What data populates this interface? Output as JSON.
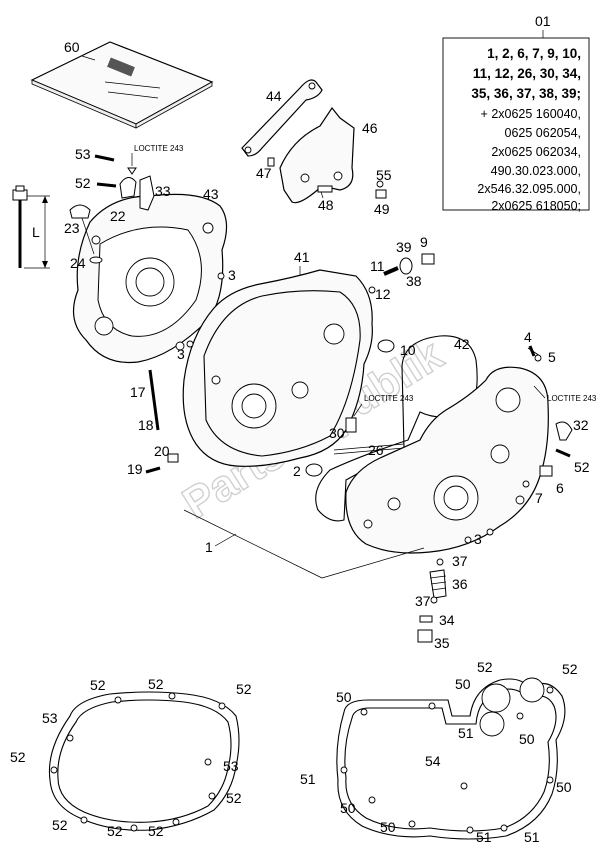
{
  "watermark": "PartsRepublik",
  "kit": {
    "number": "01",
    "lines": [
      "1, 2, 6, 7, 9, 10,",
      "11, 12, 26, 30, 34,",
      "35, 36, 37, 38, 39;",
      "+ 2x0625 160040,",
      "0625 062054,",
      "2x0625 062034,",
      "490.30.023.000,",
      "2x546.32.095.000,",
      "2x0625 618050;"
    ]
  },
  "loctite_label": "LOCTITE 243",
  "dimension_label": "L",
  "callouts": {
    "c60": "60",
    "c44": "44",
    "c46": "46",
    "c47": "47",
    "c48": "48",
    "c55": "55",
    "c49": "49",
    "c53": "53",
    "c52": "52",
    "c22": "22",
    "c33": "33",
    "c43": "43",
    "c23": "23",
    "c24": "24",
    "c3": "3",
    "c41": "41",
    "c11": "11",
    "c12": "12",
    "c39": "39",
    "c9": "9",
    "c38": "38",
    "c10": "10",
    "c42": "42",
    "c4": "4",
    "c5": "5",
    "c17": "17",
    "c18": "18",
    "c30": "30",
    "c26": "26",
    "c20": "20",
    "c19": "19",
    "c2": "2",
    "c32": "32",
    "c6": "6",
    "c7": "7",
    "c1": "1",
    "c37": "37",
    "c36": "36",
    "c34": "34",
    "c35": "35",
    "c50": "50",
    "c51": "51",
    "c54": "54"
  }
}
